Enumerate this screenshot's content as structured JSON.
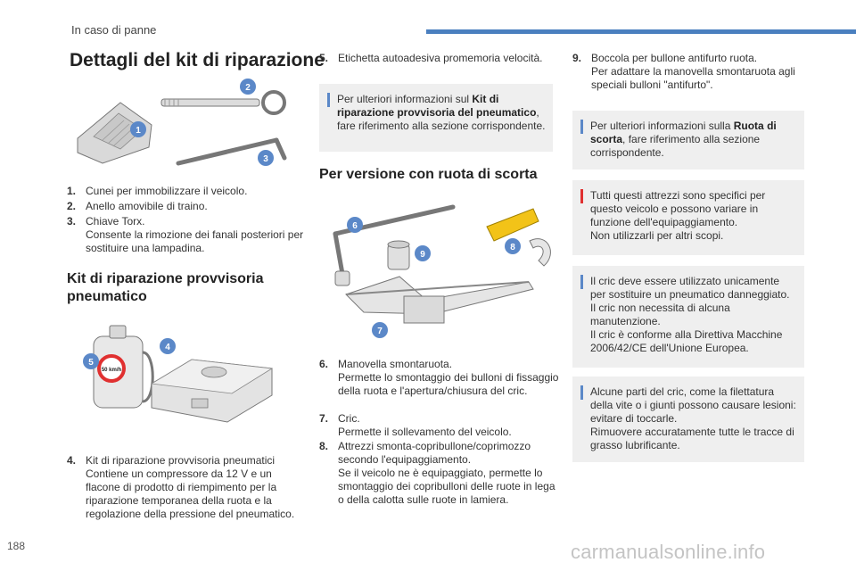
{
  "header": {
    "section": "In caso di panne"
  },
  "page": {
    "number": "188"
  },
  "watermark": "carmanualsonline.info",
  "title": "Dettagli del kit di riparazione",
  "figure_badges": {
    "one": "1",
    "two": "2",
    "three": "3",
    "four": "4",
    "five": "5",
    "six": "6",
    "seven": "7",
    "eight": "8",
    "nine": "9"
  },
  "sticker_label": "50 km/h",
  "col1": {
    "items": [
      {
        "num": "1.",
        "text": "Cunei per immobilizzare il veicolo."
      },
      {
        "num": "2.",
        "text": "Anello amovibile di traino."
      },
      {
        "num": "3.",
        "text": "Chiave Torx.\nConsente la rimozione dei fanali posteriori per sostituire una lampadina."
      }
    ],
    "section_title": "Kit di riparazione provvisoria pneumatico",
    "item4": {
      "num": "4.",
      "text": "Kit di riparazione provvisoria pneumatici\nContiene un compressore da 12 V e un flacone di prodotto di riempimento per la riparazione temporanea della ruota e la regolazione della pressione del pneumatico."
    }
  },
  "col2": {
    "item5": {
      "num": "5.",
      "text": "Etichetta autoadesiva promemoria velocità."
    },
    "note1": {
      "pre": "Per ulteriori informazioni sul ",
      "bold": "Kit di riparazione provvisoria del pneumatico",
      "post": ", fare riferimento alla sezione corrispondente."
    },
    "section_title": "Per versione con ruota di scorta",
    "items": [
      {
        "num": "6.",
        "text": "Manovella smontaruota.\nPermette lo smontaggio dei bulloni di fissaggio della ruota e l'apertura/chiusura del cric."
      },
      {
        "num": "7.",
        "text": "Cric.\nPermette il sollevamento del veicolo."
      },
      {
        "num": "8.",
        "text": "Attrezzi smonta-copribullone/coprimozzo secondo l'equipaggiamento.\nSe il veicolo ne è equipaggiato, permette lo smontaggio dei copribulloni delle ruote in lega o della calotta sulle ruote in lamiera."
      }
    ]
  },
  "col3": {
    "item9": {
      "num": "9.",
      "text": "Boccola per bullone antifurto ruota.\nPer adattare la manovella smontaruota agli speciali bulloni \"antifurto\"."
    },
    "note1": {
      "pre": "Per ulteriori informazioni sulla ",
      "bold": "Ruota di scorta",
      "post": ", fare riferimento alla sezione corrispondente."
    },
    "warning": {
      "text": "Tutti questi attrezzi sono specifici per questo veicolo e possono variare in funzione dell'equipaggiamento.\nNon utilizzarli per altri scopi."
    },
    "note2": {
      "text": "Il cric deve essere utilizzato unicamente per sostituire un pneumatico danneggiato.\nIl cric non necessita di alcuna manutenzione.\nIl cric è conforme alla Direttiva Macchine 2006/42/CE dell'Unione Europea."
    },
    "note3": {
      "text": "Alcune parti del cric, come la filettatura della vite o i giunti possono causare lesioni: evitare di toccarle.\nRimuovere accuratamente tutte le tracce di grasso lubrificante."
    }
  },
  "colors": {
    "accent": "#4a7fbf",
    "badge": "#5b88c8",
    "warning": "#e03030",
    "note_bg": "#efefef"
  }
}
